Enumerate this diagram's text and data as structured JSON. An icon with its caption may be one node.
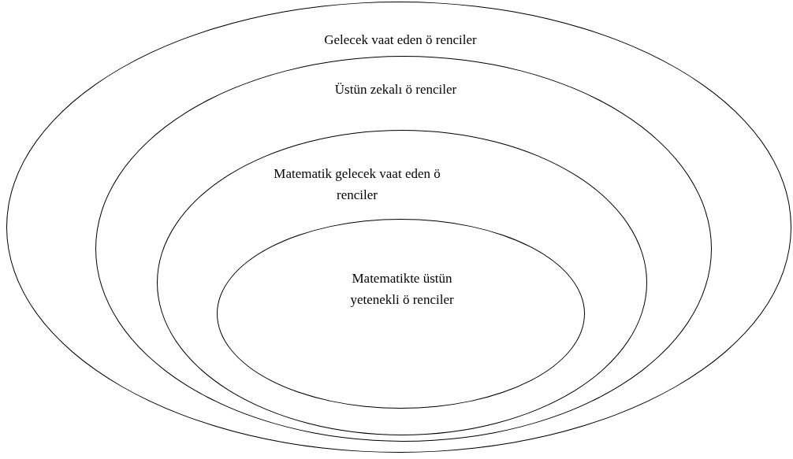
{
  "diagram": {
    "nodes": [
      {
        "text": [
          "Gelecek vaat eden ö renciler"
        ]
      },
      {
        "text": [
          "Üstün zekalı ö renciler"
        ],
        "in": 0
      },
      {
        "text": [
          "Matematik gelecek vaat eden ö renciler"
        ],
        "in": 1
      },
      {
        "text": [
          "Matematikte üstün yetenekli ö renciler"
        ],
        "in": 2
      }
    ]
  }
}
